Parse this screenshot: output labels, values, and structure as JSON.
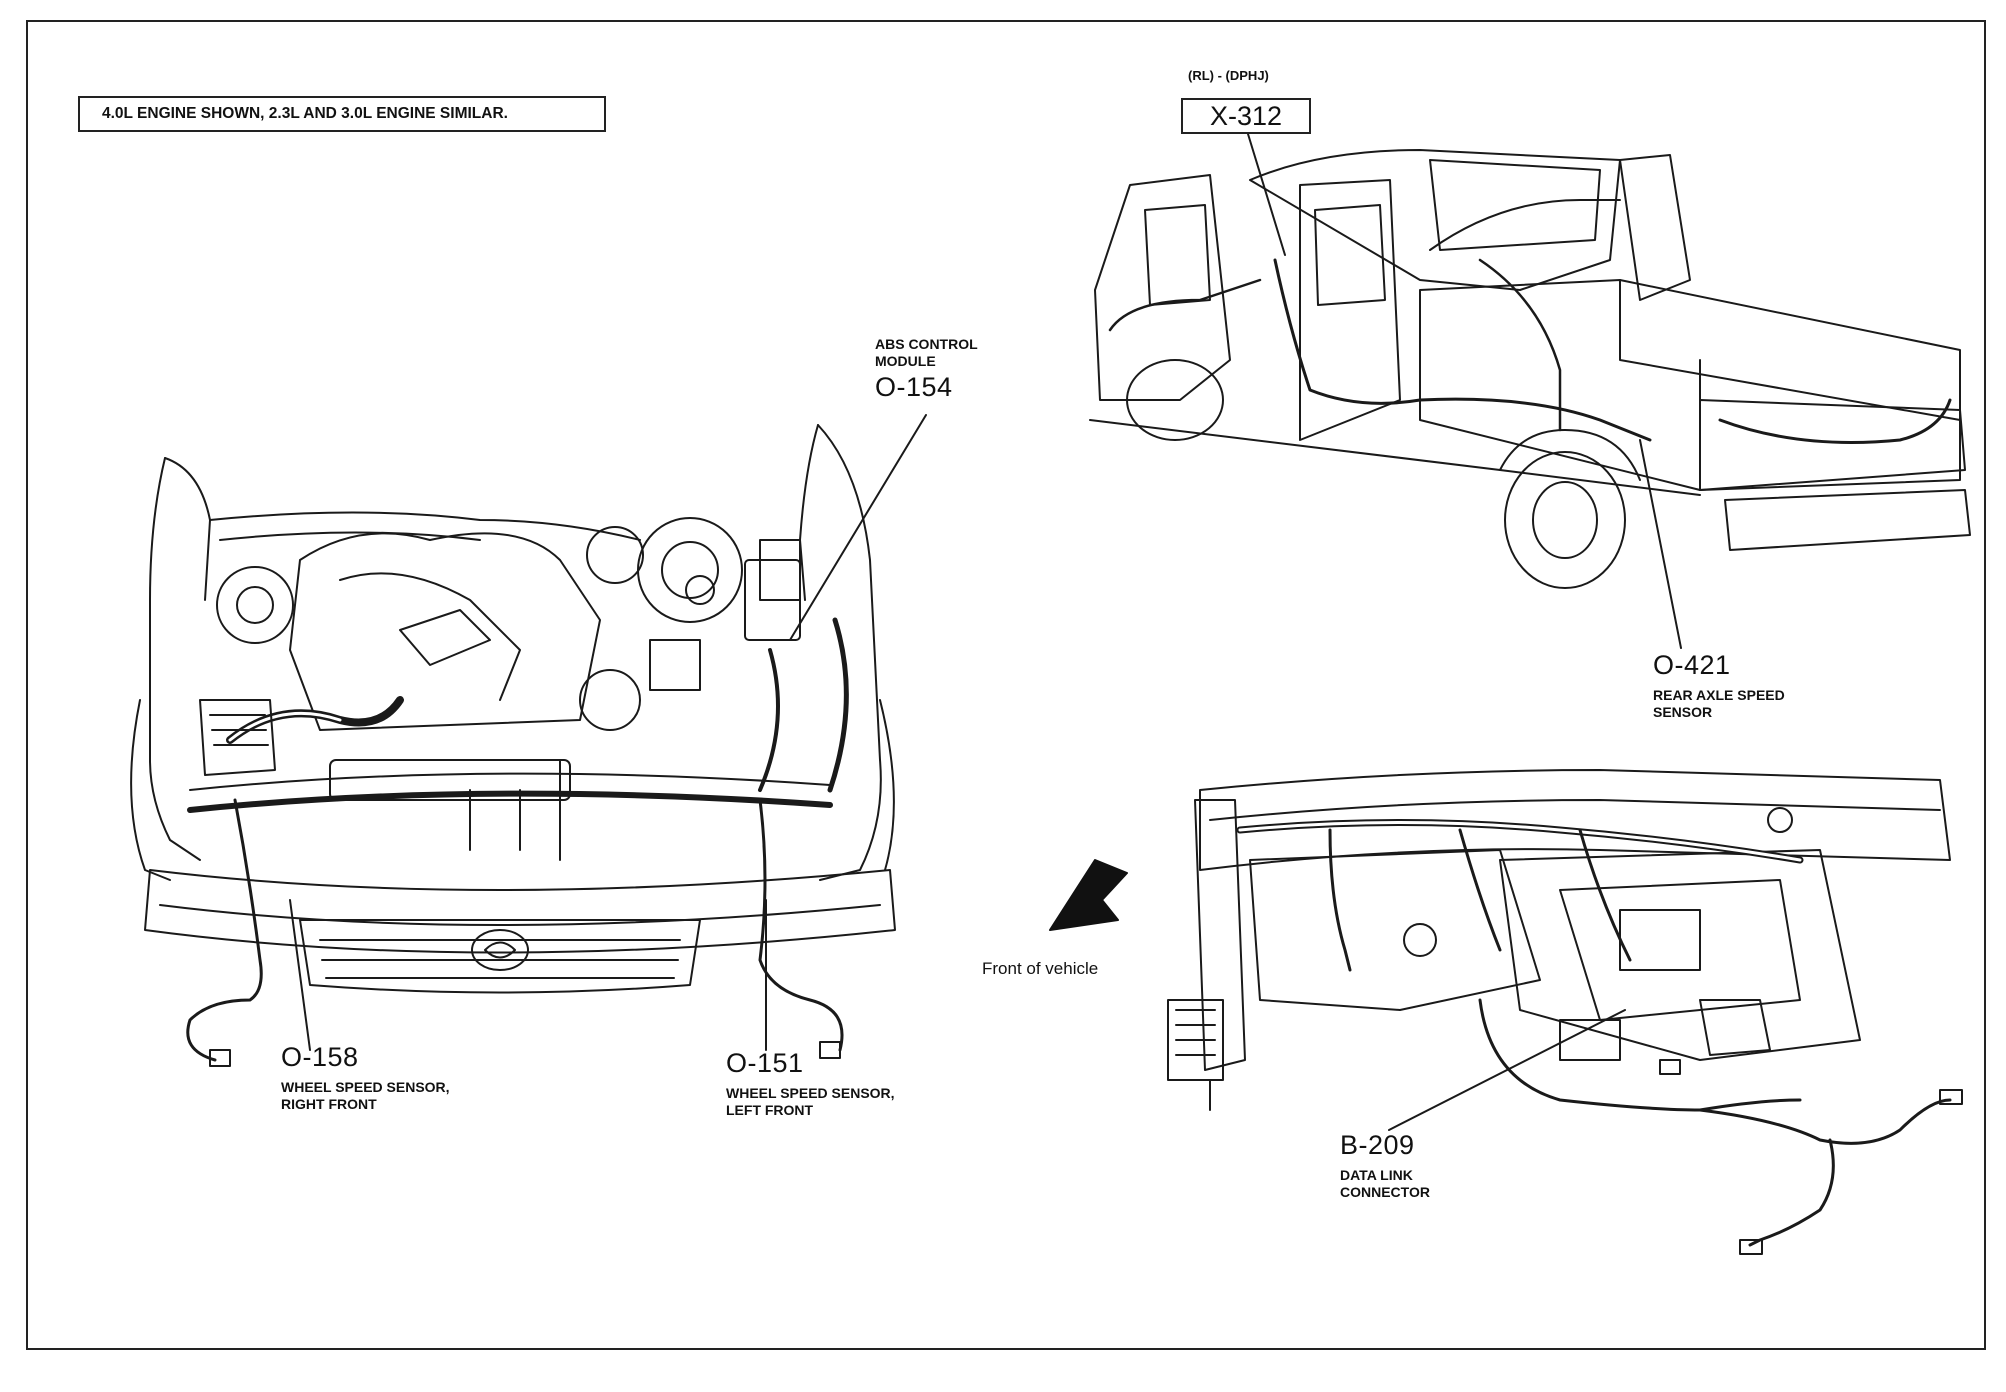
{
  "note": "4.0L ENGINE SHOWN, 2.3L AND 3.0L ENGINE SIMILAR.",
  "orientation": {
    "label": "Front of vehicle",
    "icon": "direction-arrow-icon"
  },
  "callouts": {
    "abs_module": {
      "line1": "ABS CONTROL",
      "line2": "MODULE",
      "code": "O-154"
    },
    "wheel_rf": {
      "code": "O-158",
      "line1": "WHEEL SPEED SENSOR,",
      "line2": "RIGHT FRONT"
    },
    "wheel_lf": {
      "code": "O-151",
      "line1": "WHEEL SPEED SENSOR,",
      "line2": "LEFT FRONT"
    },
    "x312": {
      "tag": "(RL) - (DPHJ)",
      "code": "X-312"
    },
    "rear_axle": {
      "code": "O-421",
      "line1": "REAR AXLE SPEED",
      "line2": "SENSOR"
    },
    "dlc": {
      "code": "B-209",
      "line1": "DATA LINK",
      "line2": "CONNECTOR"
    }
  }
}
